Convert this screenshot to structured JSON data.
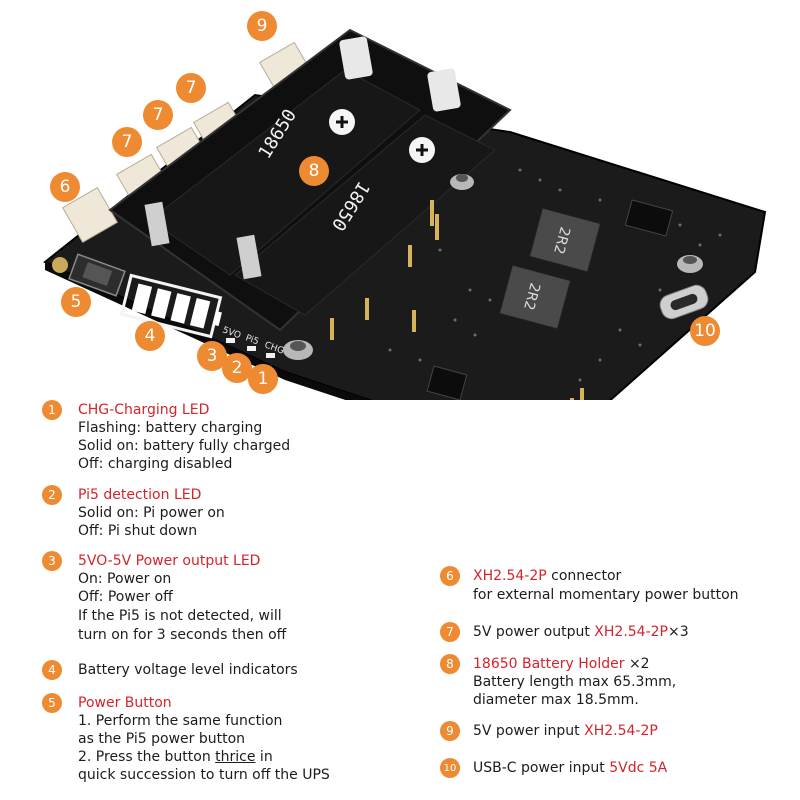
{
  "colors": {
    "badge": "#ee8a32",
    "highlight": "#d5232a",
    "text": "#1c1c1c",
    "pcb": "#191919",
    "holder": "#101010",
    "connector": "#efe8d8"
  },
  "board": {
    "silkscreen": {
      "led_5vo": "5VO",
      "led_pi5": "Pi5",
      "led_chg": "CHG",
      "cell_a": "18650",
      "cell_b": "18650",
      "inductor_a": "2R2",
      "inductor_b": "2R2"
    },
    "callouts": [
      "1",
      "2",
      "3",
      "4",
      "5",
      "6",
      "7",
      "7",
      "7",
      "8",
      "9",
      "10"
    ]
  },
  "legend": {
    "items": [
      {
        "num": "1",
        "title": "CHG-Charging LED",
        "lines": [
          "Flashing: battery charging",
          "Solid on: battery fully charged",
          "Off: charging disabled"
        ]
      },
      {
        "num": "2",
        "title": "Pi5 detection LED",
        "lines": [
          "Solid on: Pi power on",
          "Off: Pi shut down"
        ]
      },
      {
        "num": "3",
        "title": "5VO-5V Power output LED",
        "lines": [
          "On: Power on",
          "Off: Power off",
          "If the Pi5 is not detected, will",
          "turn on for 3 seconds then off"
        ]
      },
      {
        "num": "4",
        "text": "Battery voltage level indicators"
      },
      {
        "num": "5",
        "title": "Power Button",
        "lines": [
          "1. Perform the same function",
          "as the Pi5 power button"
        ],
        "line3_pre": "2. Press the button ",
        "line3_ul": "thrice",
        "line3_post": " in",
        "line4": "quick succession to turn off the UPS"
      },
      {
        "num": "6",
        "red": "XH2.54-2P",
        "rest": " connector",
        "line2": "for external momentary power button"
      },
      {
        "num": "7",
        "pre": "5V power output ",
        "red": "XH2.54-2P",
        "post": "×3"
      },
      {
        "num": "8",
        "red": "18650 Battery Holder",
        "post": " ×2",
        "line2": "Battery length max 65.3mm,",
        "line3": "diameter max 18.5mm."
      },
      {
        "num": "9",
        "pre": "5V power input ",
        "red": "XH2.54-2P"
      },
      {
        "num": "10",
        "pre": "USB-C power input ",
        "red": "5Vdc 5A"
      }
    ]
  }
}
